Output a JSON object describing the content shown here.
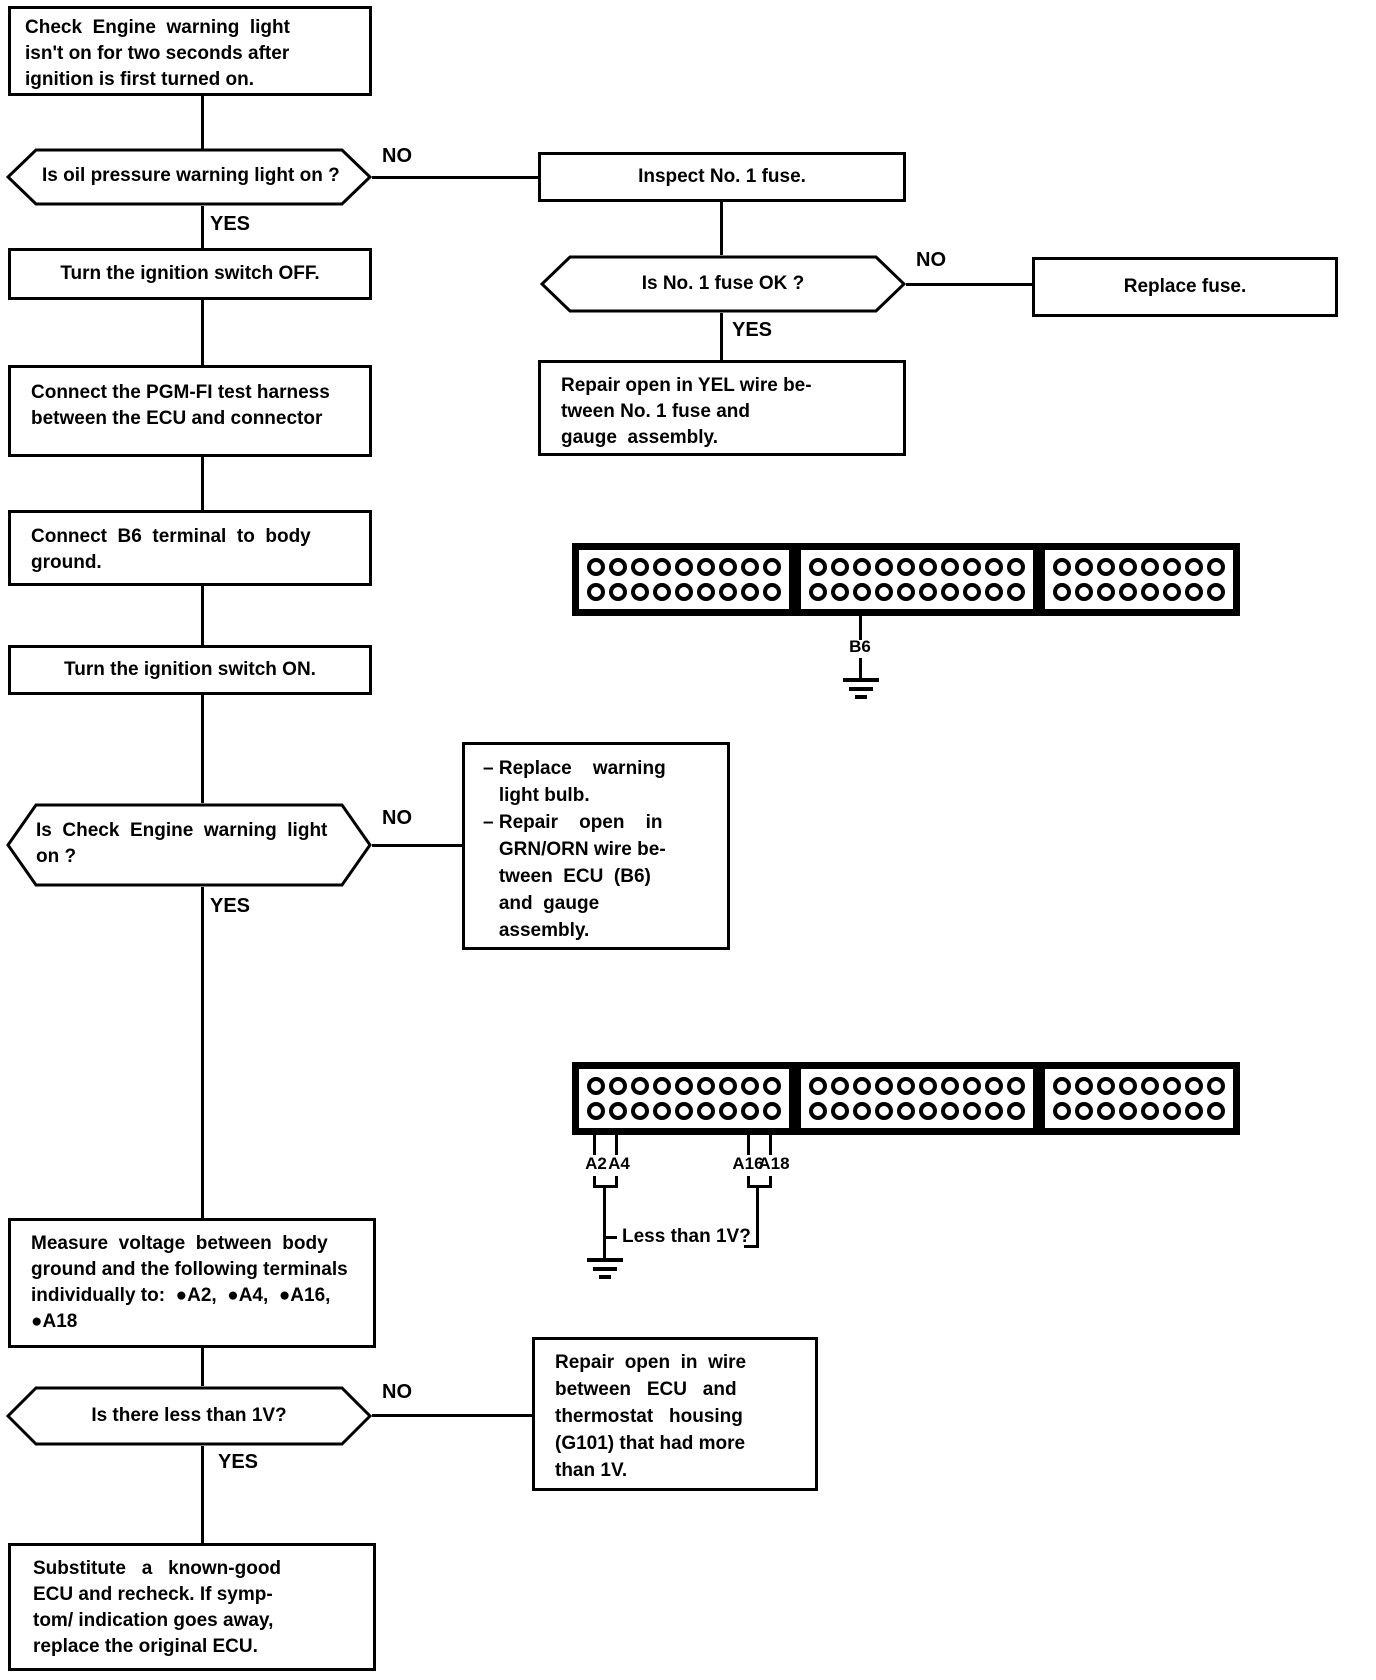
{
  "labels": {
    "yes": "YES",
    "no": "NO"
  },
  "nodes": {
    "start": "Check  Engine  warning  light\nisn't on for two seconds after\nignition is first turned on.",
    "decision_oil": "Is oil pressure warning light on ?",
    "ignition_off": "Turn the ignition switch OFF.",
    "inspect_fuse": "Inspect No. 1 fuse.",
    "decision_fuse": "Is No. 1 fuse OK ?",
    "replace_fuse": "Replace fuse.",
    "repair_yel": "Repair open in YEL wire be-\ntween No. 1 fuse and\ngauge  assembly.",
    "connect_harness": "Connect the PGM-FI test harness\nbetween the ECU and connector",
    "connect_b6": "Connect  B6  terminal  to  body\nground.",
    "ignition_on": "Turn the ignition switch ON.",
    "decision_check_engine": "Is  Check  Engine  warning  light\non ?",
    "bulb_grn": "– Replace    warning\n   light bulb.\n– Repair    open    in\n   GRN/ORN wire be-\n   tween  ECU  (B6)\n   and  gauge\n   assembly.",
    "measure_voltage": "Measure  voltage  between  body\nground and the following terminals\nindividually to:  ●A2,  ●A4,  ●A16,\n●A18",
    "decision_less_1v": "Is there less than 1V?",
    "repair_thermostat": "Repair  open  in  wire\nbetween   ECU   and\nthermostat   housing\n(G101) that had more\nthan 1V.",
    "substitute_ecu": "Substitute   a   known-good\nECU and recheck. If symp-\ntom/ indication goes away,\nreplace the original ECU."
  },
  "connector": {
    "sections": [
      9,
      10,
      8
    ],
    "rows": 2
  },
  "annotations": {
    "b6": "B6",
    "a2": "A2",
    "a4": "A4",
    "a16": "A16",
    "a18": "A18",
    "less_than_1v": "Less than 1V?"
  }
}
